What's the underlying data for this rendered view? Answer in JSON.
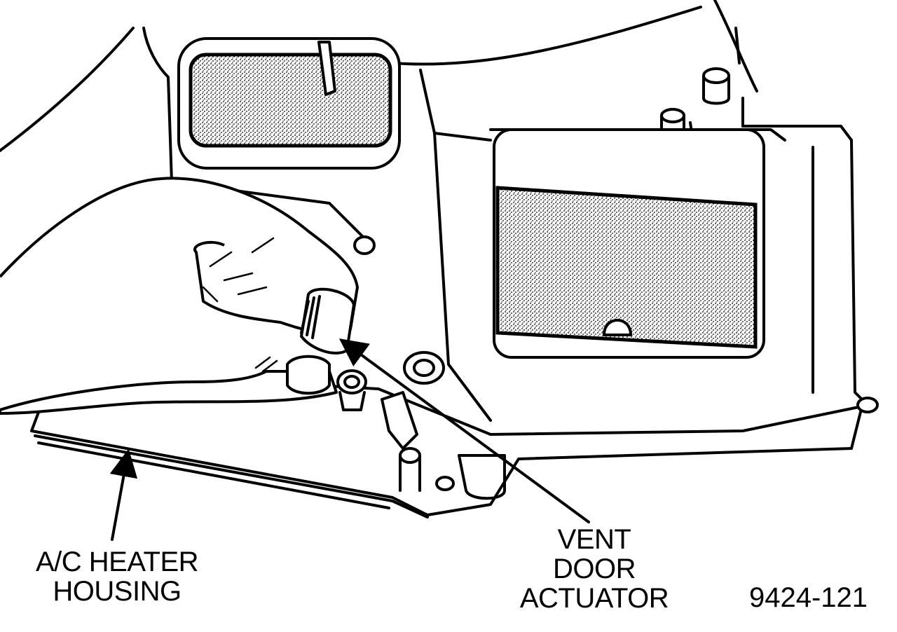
{
  "labels": {
    "housing_line1": "A/C HEATER",
    "housing_line2": "HOUSING",
    "actuator_line1": "VENT",
    "actuator_line2": "DOOR",
    "actuator_line3": "ACTUATOR"
  },
  "figure_number": "9424-121"
}
